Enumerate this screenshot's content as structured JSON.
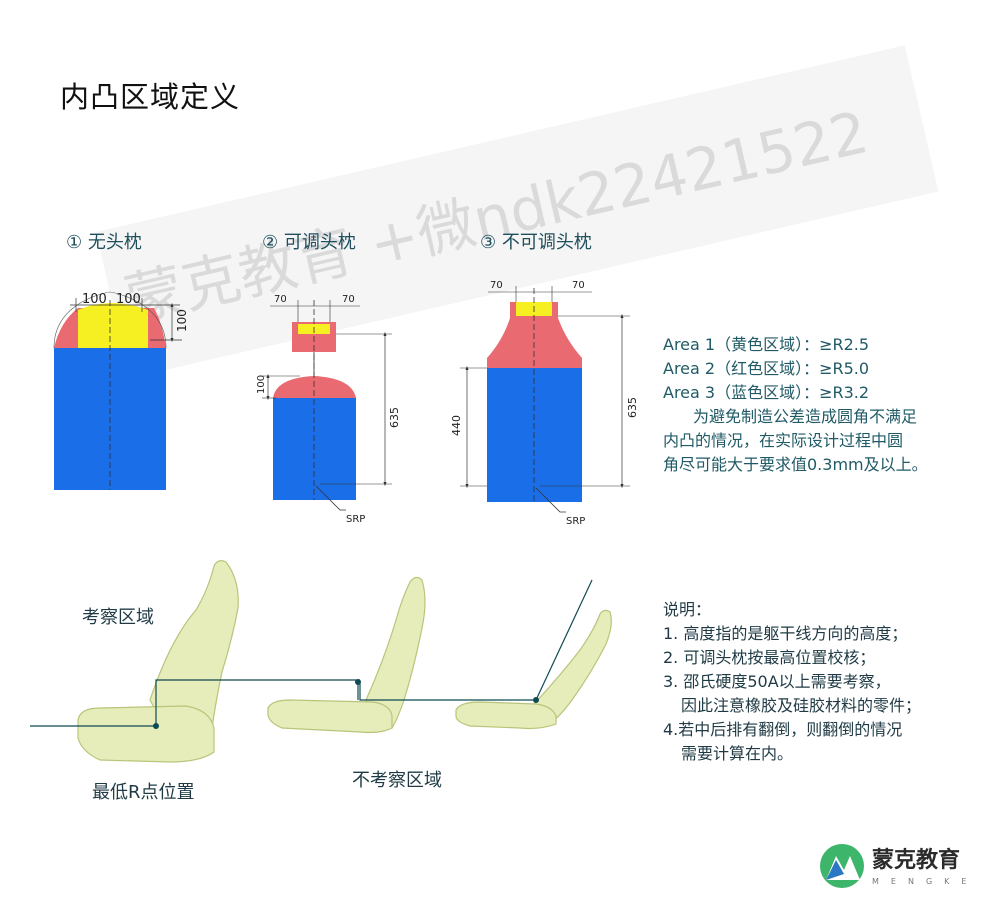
{
  "page": {
    "title": "内凸区域定义",
    "watermark": "蒙克教育 +微ndk22421522"
  },
  "headings": {
    "h1": "① 无头枕",
    "h2": "② 可调头枕",
    "h3": "③ 不可调头枕"
  },
  "dims": {
    "d100": "100",
    "d70": "70",
    "d635": "635",
    "d440": "440",
    "srp": "SRP"
  },
  "areas": {
    "a1": "Area 1（黄色区域）：≥R2.5",
    "a2": "Area 2（红色区域）：≥R5.0",
    "a3": "Area 3（蓝色区域）：≥R3.2",
    "p1": "为避免制造公差造成圆角不满足",
    "p2": "内凸的情况，在实际设计过程中圆",
    "p3": "角尽可能大于要求值0.3mm及以上。"
  },
  "notes": {
    "n0": "说明：",
    "n1": "1. 高度指的是躯干线方向的高度；",
    "n2": "2. 可调头枕按最高位置校核；",
    "n3": "3. 邵氏硬度50A以上需要考察，",
    "n4": "因此注意橡胶及硅胶材料的零件；",
    "n5": "4.若中后排有翻倒，则翻倒的情况",
    "n6": "需要计算在内。"
  },
  "seat_labels": {
    "considered": "考察区域",
    "lowest_r": "最低R点位置",
    "not_considered": "不考察区域"
  },
  "logo": {
    "name": "蒙克教育",
    "sub": "MENGKE"
  },
  "colors": {
    "yellow": "#f6ef22",
    "red": "#e96a70",
    "blue": "#1a6ee8",
    "seat": "#e6edbb",
    "seat_edge": "#b9c47a",
    "line": "#0f4a52",
    "logo_green": "#3db56a",
    "logo_blue": "#2a78c4"
  }
}
